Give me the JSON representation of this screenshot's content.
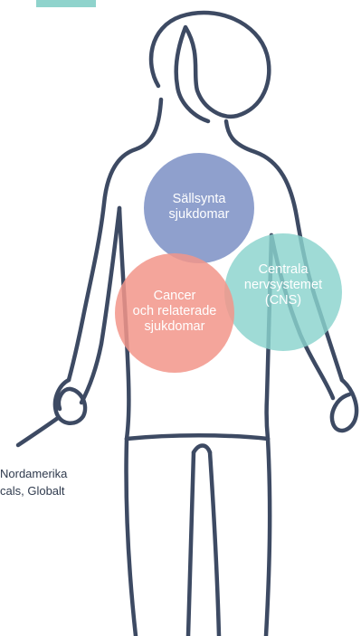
{
  "colors": {
    "outline": "#3d4a63",
    "tab": "#8fd3cc",
    "rare": "#7b8fc4",
    "cns": "#8ad3cd",
    "cancer": "#f2958a"
  },
  "areas": [
    {
      "key": "rare",
      "line1": "Sällsynta",
      "line2": "sjukdomar",
      "line3": ""
    },
    {
      "key": "cns",
      "line1": "Centrala",
      "line2": "nervsystemet",
      "line3": "(CNS)"
    },
    {
      "key": "cancer",
      "line1": "Cancer",
      "line2": "och relaterade",
      "line3": "sjukdomar"
    }
  ],
  "side_text": {
    "line1": "Nordamerika",
    "line2": "cals, Globalt"
  }
}
